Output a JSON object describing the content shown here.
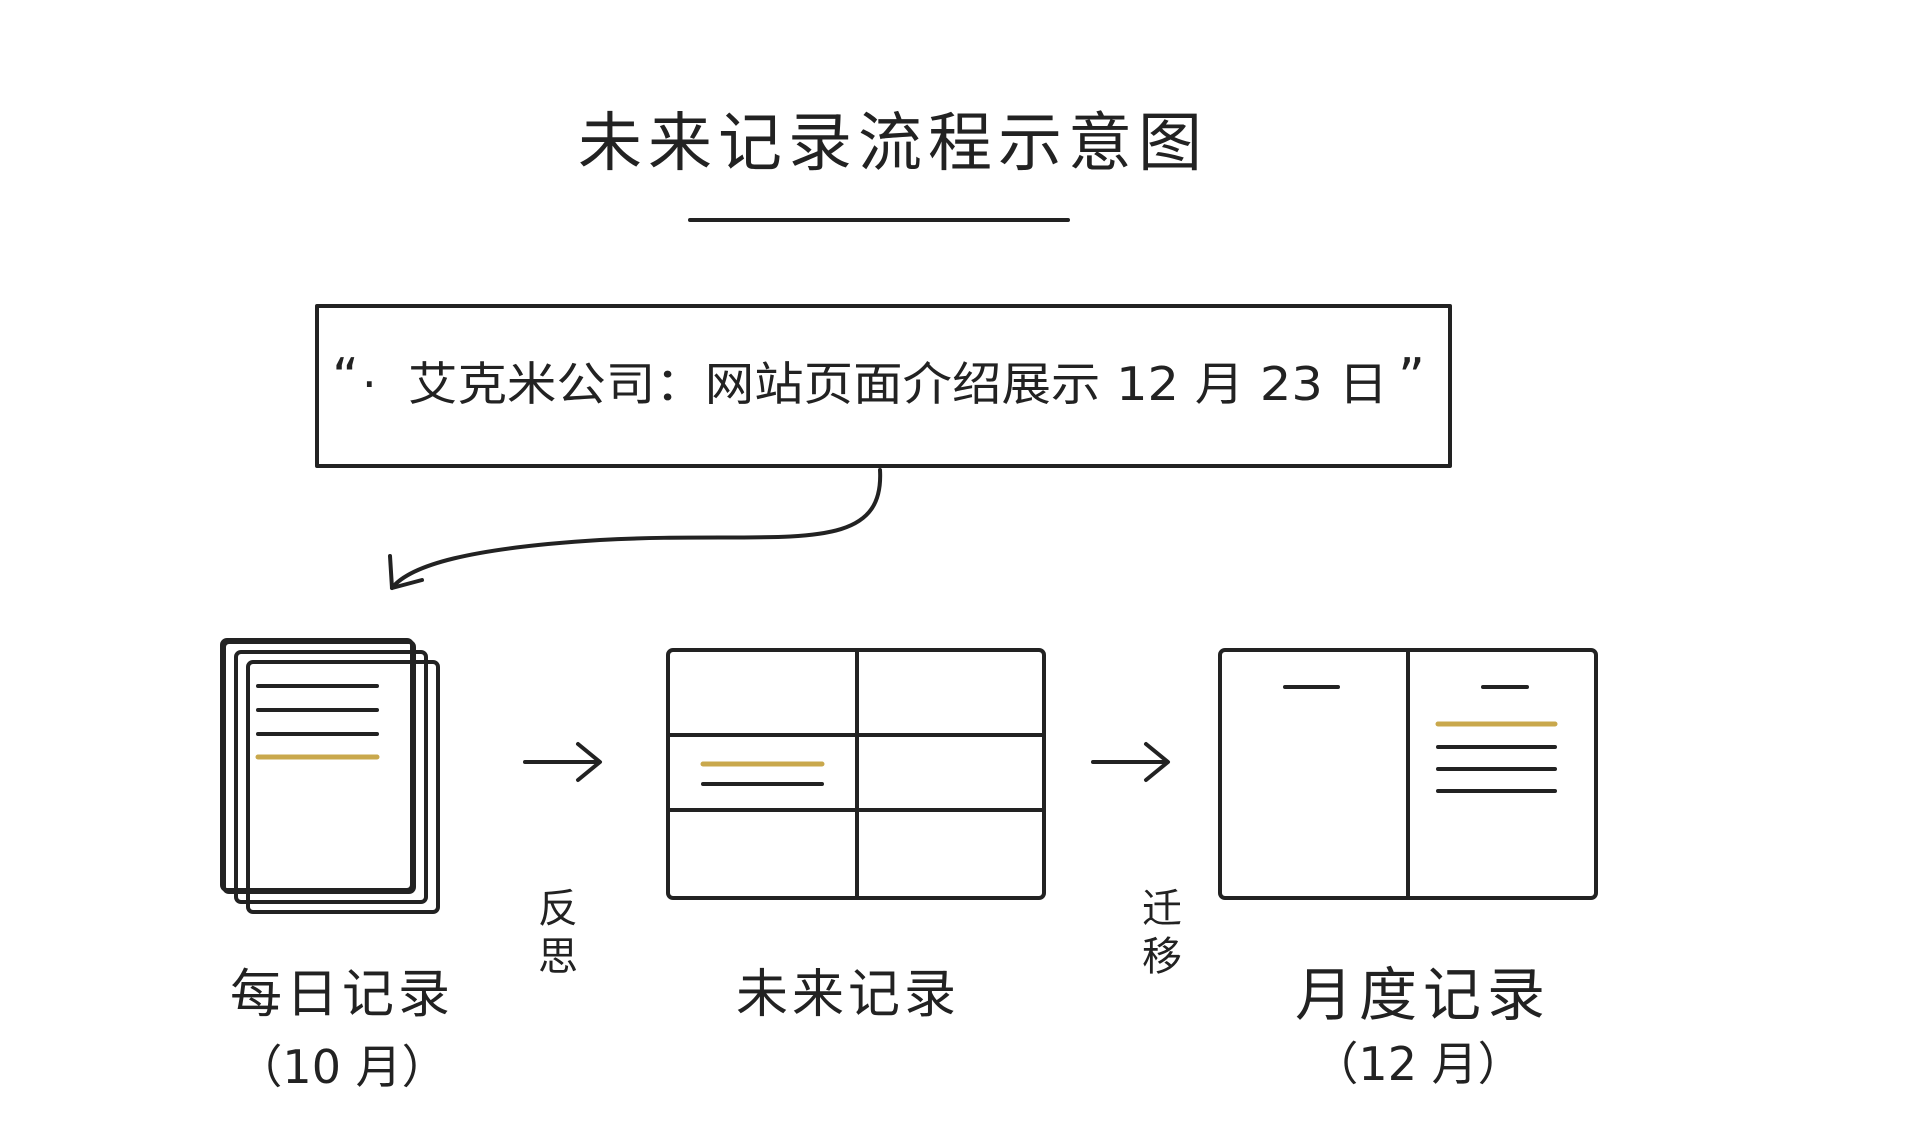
{
  "title": "未来记录流程示意图",
  "callout": {
    "open_quote": "“",
    "bullet": "·",
    "text": "艾克米公司：网站页面介绍展示 12 月 23 日",
    "close_quote": "”"
  },
  "steps": [
    {
      "label": "每日记录",
      "sublabel": "（10 月）"
    },
    {
      "label": "未来记录",
      "sublabel": ""
    },
    {
      "label": "月度记录",
      "sublabel": "（12 月）"
    }
  ],
  "arrows": [
    {
      "label_chars": [
        "反",
        "思"
      ]
    },
    {
      "label_chars": [
        "迁",
        "移"
      ]
    }
  ],
  "colors": {
    "ink": "#222222",
    "highlight": "#c9a84c",
    "background": "#ffffff"
  }
}
